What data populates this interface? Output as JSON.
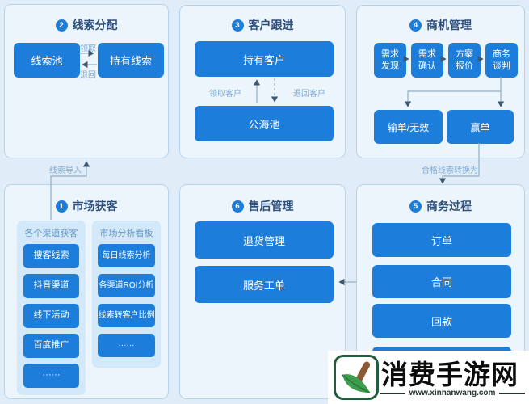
{
  "colors": {
    "bg": "#e0edf8",
    "panel-bg": "#edf5fc",
    "panel-border": "#b3d4ee",
    "subcol-bg": "#d3e8f8",
    "accent": "#1d7ddb",
    "header-text": "#2d4f7c",
    "col-title": "#6597c5",
    "arrow-label": "#7fa9d2",
    "line": "#93afc4",
    "arrowhead": "#3e5a72",
    "wm-green": "#235c3c",
    "wm-text": "#0c0c0c"
  },
  "panels": {
    "lead_allocation": {
      "num": "2",
      "title": "线索分配",
      "box_lead_pool": "线索池",
      "box_held_leads": "持有线索",
      "label_claim": "领取",
      "label_return": "退回"
    },
    "customer_followup": {
      "num": "3",
      "title": "客户跟进",
      "box_held_customers": "持有客户",
      "box_public_pool": "公海池",
      "label_claim": "领取客户",
      "label_return": "退回客户"
    },
    "opportunity_mgmt": {
      "num": "4",
      "title": "商机管理",
      "stages": [
        "需求发现",
        "需求确认",
        "方案报价",
        "商务谈判"
      ],
      "box_lost": "输单/无效",
      "box_won": "赢单"
    },
    "market_acquisition": {
      "num": "1",
      "title": "市场获客",
      "col_channels": {
        "title": "各个渠道获客",
        "items": [
          "搜客线索",
          "抖音渠道",
          "线下活动",
          "百度推广",
          "······"
        ]
      },
      "col_analysis": {
        "title": "市场分析看板",
        "items": [
          "每日线索分析",
          "各渠道ROI分析",
          "线索转客户比例",
          "······"
        ]
      }
    },
    "after_sales": {
      "num": "6",
      "title": "售后管理",
      "box_returns": "退货管理",
      "box_tickets": "服务工单"
    },
    "business_process": {
      "num": "5",
      "title": "商务过程",
      "boxes": [
        "订单",
        "合同",
        "回款"
      ]
    }
  },
  "connectors": {
    "lead_import": "线索导入",
    "qualified_leads": "合格线索转换为"
  },
  "watermark": {
    "title": "消费手游网",
    "url": "www.xinnanwang.com",
    "logo": "leaf-and-stick-icon"
  }
}
